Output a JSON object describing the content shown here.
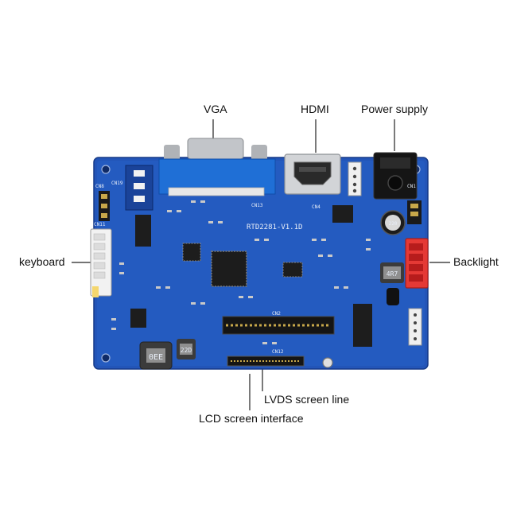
{
  "labels": {
    "vga": "VGA",
    "hdmi": "HDMI",
    "power_supply": "Power supply",
    "keyboard": "keyboard",
    "backlight": "Backlight",
    "lvds_screen_line": "LVDS screen line",
    "lcd_screen_interface": "LCD screen interface"
  },
  "board": {
    "model_marking": "RTD2281-V1.1D",
    "connector_marks": [
      "CN13",
      "CN8",
      "CN1",
      "CN2",
      "CN12",
      "CN19",
      "CN11",
      "CN4"
    ],
    "inductor_marks": [
      "0EE",
      "22D",
      "4R7"
    ],
    "colors": {
      "pcb": "#2355b8",
      "pcb_dark": "#1a4399",
      "vga_body": "#1f6fd6",
      "metal": "#bfc3c7",
      "chip": "#1c1c1c",
      "backlight_connector": "#e53935",
      "header_white": "#f2f2f2",
      "connector_black": "#151515"
    }
  }
}
